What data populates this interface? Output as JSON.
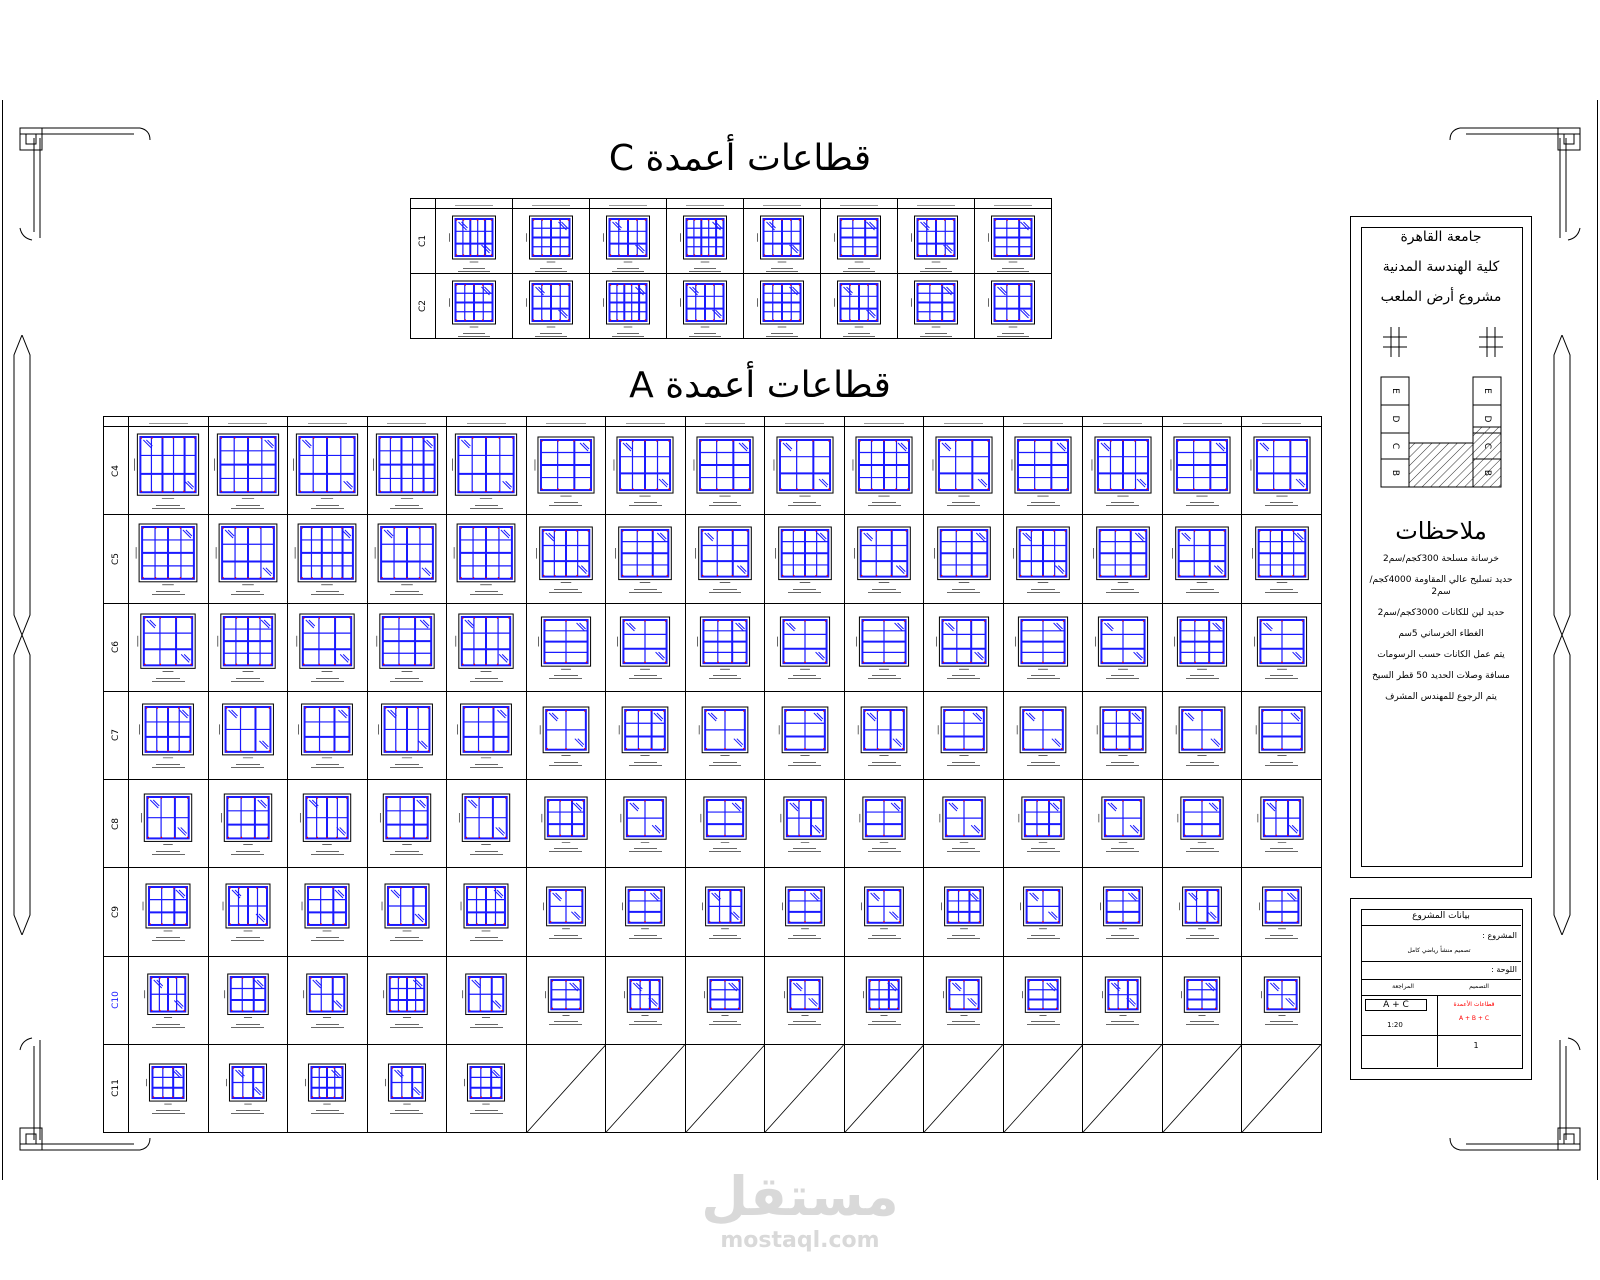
{
  "titles": {
    "c_table": "قطاعات أعمدة C",
    "a_table": "قطاعات أعمدة A"
  },
  "c_table": {
    "rows": [
      "C1",
      "C2"
    ],
    "columns": 8
  },
  "a_table": {
    "rows": [
      "C4",
      "C5",
      "C6",
      "C7",
      "C8",
      "C9",
      "C10",
      "C11"
    ],
    "columns": 15,
    "c11_filled_columns": 5
  },
  "right_panel": {
    "header_lines": [
      "جامعة القاهرة",
      "كلية الهندسة المدنية",
      "مشروع أرض الملعب"
    ],
    "blocks": [
      "E",
      "D",
      "C",
      "B"
    ],
    "notes_title": "ملاحظات",
    "notes": [
      "خرسانة مسلحة 300كجم/سم2",
      "حديد تسليح عالي المقاومة 4000كجم/سم2",
      "حديد لين للكانات 3000كجم/سم2",
      "الغطاء الخرساني 5سم",
      "يتم عمل الكانات حسب الرسومات",
      "مسافة وصلات الحديد 50 قطر السيخ",
      "يتم الرجوع للمهندس المشرف"
    ]
  },
  "title_block": {
    "heading": "بيانات المشروع",
    "project_label": "المشروع :",
    "project_value": "تصميم منشأ رياضي كامل",
    "drawing_label": "اللوحة :",
    "designer": "التصميم",
    "reviewer": "المراجعة",
    "section_id": "A + C",
    "scale": "1:20",
    "sheet_no": "1",
    "red_lines": [
      "قطاعات الأعمدة",
      "A + B + C"
    ]
  },
  "watermark": {
    "brand": "مستقل",
    "url": "mostaql.com"
  },
  "colors": {
    "rebar": "#1a1aff",
    "frame": "#000000",
    "watermark": "#d9d9d9",
    "red_text": "#ff0000"
  }
}
